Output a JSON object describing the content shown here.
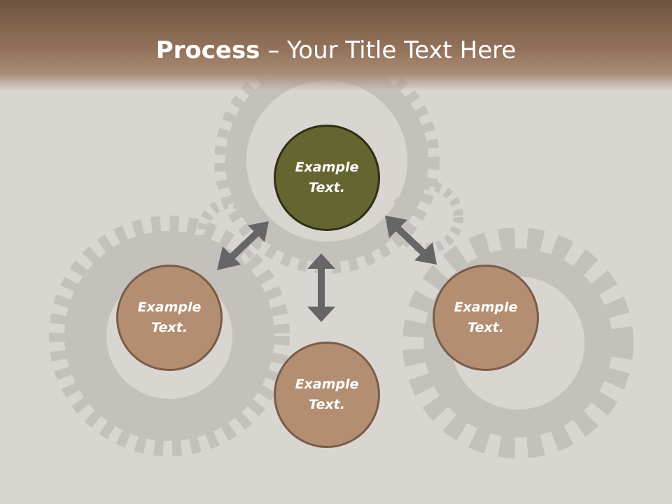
{
  "title": {
    "bold": "Process",
    "rest": " – Your Title Text Here"
  },
  "nodes": [
    {
      "text": "Example Text."
    },
    {
      "text": "Example Text."
    },
    {
      "text": "Example Text."
    },
    {
      "text": "Example Text."
    }
  ],
  "colors": {
    "center": "#656531",
    "outer": "#b38e72",
    "arrow": "#666666"
  }
}
